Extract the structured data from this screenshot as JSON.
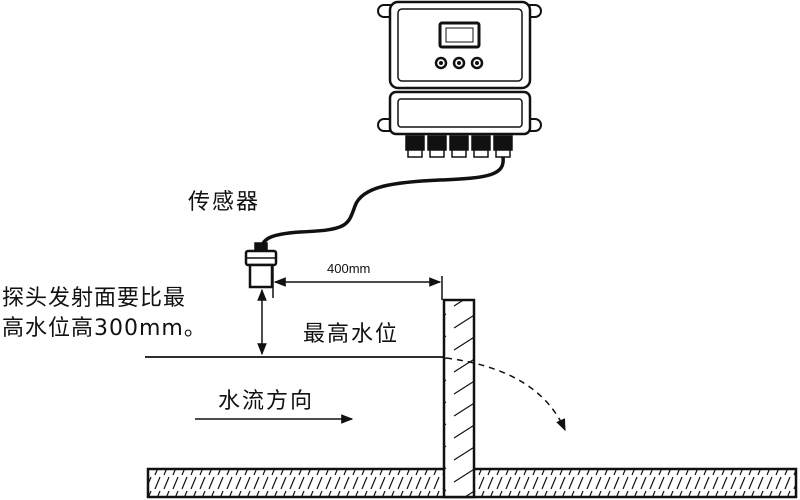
{
  "labels": {
    "sensor": "传感器",
    "distance": "400mm",
    "note_line1": "探头发射面要比最",
    "note_line2": "高水位高300mm。",
    "max_water_level": "最高水位",
    "flow_direction": "水流方向"
  },
  "colors": {
    "stroke": "#111111",
    "background": "#ffffff"
  }
}
